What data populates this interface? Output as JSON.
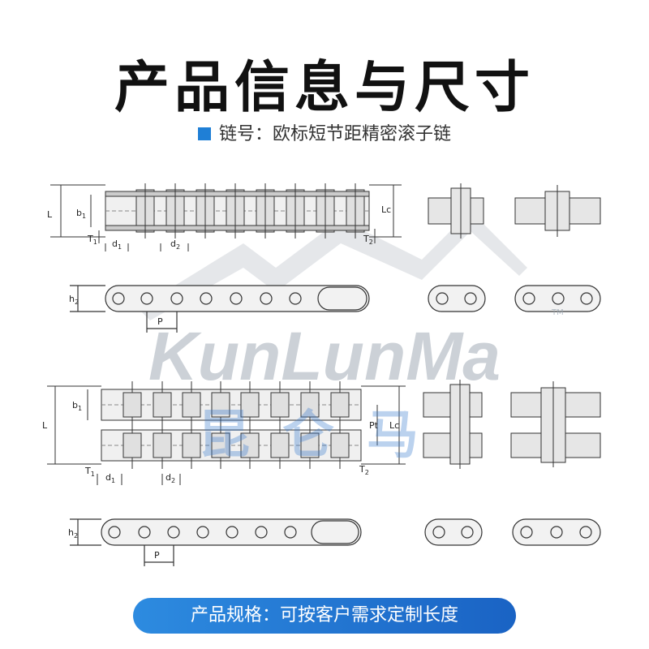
{
  "title": "产品信息与尺寸",
  "subtitle": "链号：欧标短节距精密滚子链",
  "watermark": {
    "latin": "KunLunMa",
    "cjk": "昆仑马",
    "tm": "TM"
  },
  "labels": {
    "L": "L",
    "b1": "b",
    "b1_sub": "1",
    "T1": "T",
    "T1_sub": "1",
    "d1": "d",
    "d1_sub": "1",
    "d2": "d",
    "d2_sub": "2",
    "Lc": "Lc",
    "T2": "T",
    "T2_sub": "2",
    "h2": "h",
    "h2_sub": "2",
    "P": "P",
    "Pt": "Pt"
  },
  "banner": "产品规格：可按客户需求定制长度",
  "colors": {
    "accent": "#1f7fd6",
    "banner_start": "#2d8be0",
    "banner_end": "#1a63c4",
    "line": "#333333",
    "fill": "#d9d9d9"
  }
}
